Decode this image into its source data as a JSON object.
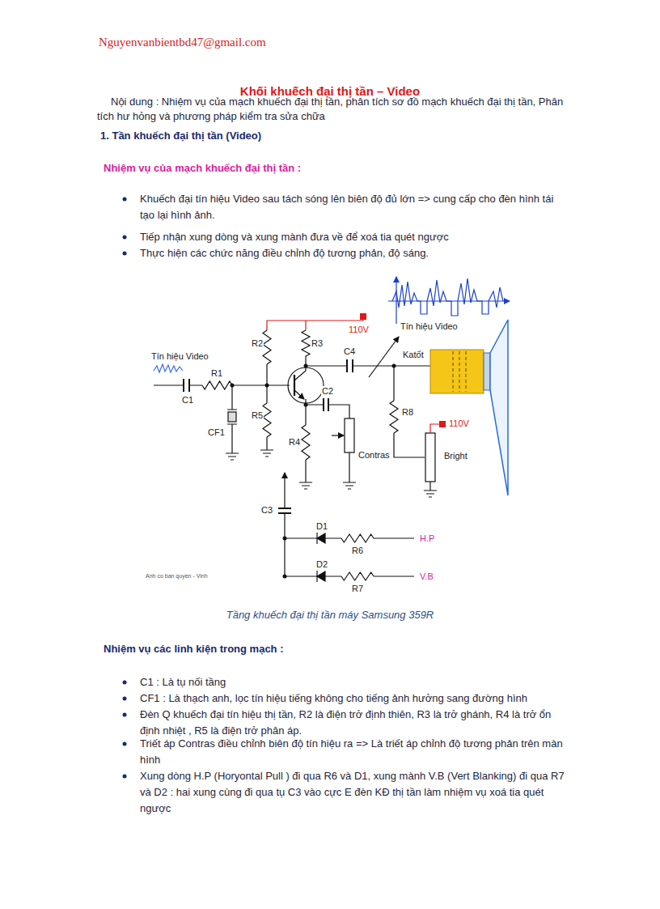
{
  "diagram": {
    "title": "Khối khuếch đại thị tần – Video",
    "caption": "Tầng khuếch đại thị tần máy Samsung 359R",
    "labels": [
      "Nguyenvanbientbd47@gmail.com",
      "Nội dung : Nhiệm vụ của mạch khuếch đại thị tần, phân tích sơ đồ mạch khuếch đại thị tần, Phân tích hư hỏng và phương pháp kiểm tra sửa chữa",
      "1. Tần khuếch đại  thị tần (Video)",
      "Nhiệm vụ của mạch khuếch đại thị tần :",
      "Khuếch đại tín hiệu Video sau tách sóng lên biên độ đủ lớn  => cung cấp cho đèn hình tái tạo lại hình ảnh.",
      "Tiếp nhận xung dòng và xung mành đưa về để xoá tia quét ngược",
      "Thực hiện các chức năng điều chỉnh độ tương phản, độ sáng.",
      "110V",
      "Tín hiệu Video",
      "Tín hiệu Video",
      "R2",
      "R3",
      "C4",
      "Katốt",
      "R1",
      "C1",
      "R5",
      "CF1",
      "C2",
      "R8",
      "110V",
      "Bright",
      "R4",
      "Contras",
      "C3",
      "D1",
      "R6",
      "H.P",
      "D2",
      "R7",
      "V.B",
      "Anh co ban quyền - Vinh",
      "Nhiệm vụ các linh kiện trong mạch :",
      "C1 : Là tụ nối tầng",
      "CF1 : Là thạch anh, lọc tín hiệu tiếng không cho tiếng ảnh hưởng sang đường hình",
      "Đèn Q khuếch đại tín hiệu thị tần, R2 là điện trở định thiên, R3 là trở ghánh, R4 là trở ổn định nhiệt , R5 là điện trở phân áp.",
      "Triết áp Contras điều chỉnh biên độ tín hiệu ra => Là triết áp chỉnh độ tương phản trên màn hình",
      "Xung dòng H.P (Horyontal Pull ) đi qua R6 và D1, xung mành V.B (Vert Blanking) đi qua R7 và D2 : hai xung cùng đi qua tụ C3 vào cực E đèn KĐ thị tần làm nhiệm vụ xoá tia quét ngược"
    ]
  }
}
